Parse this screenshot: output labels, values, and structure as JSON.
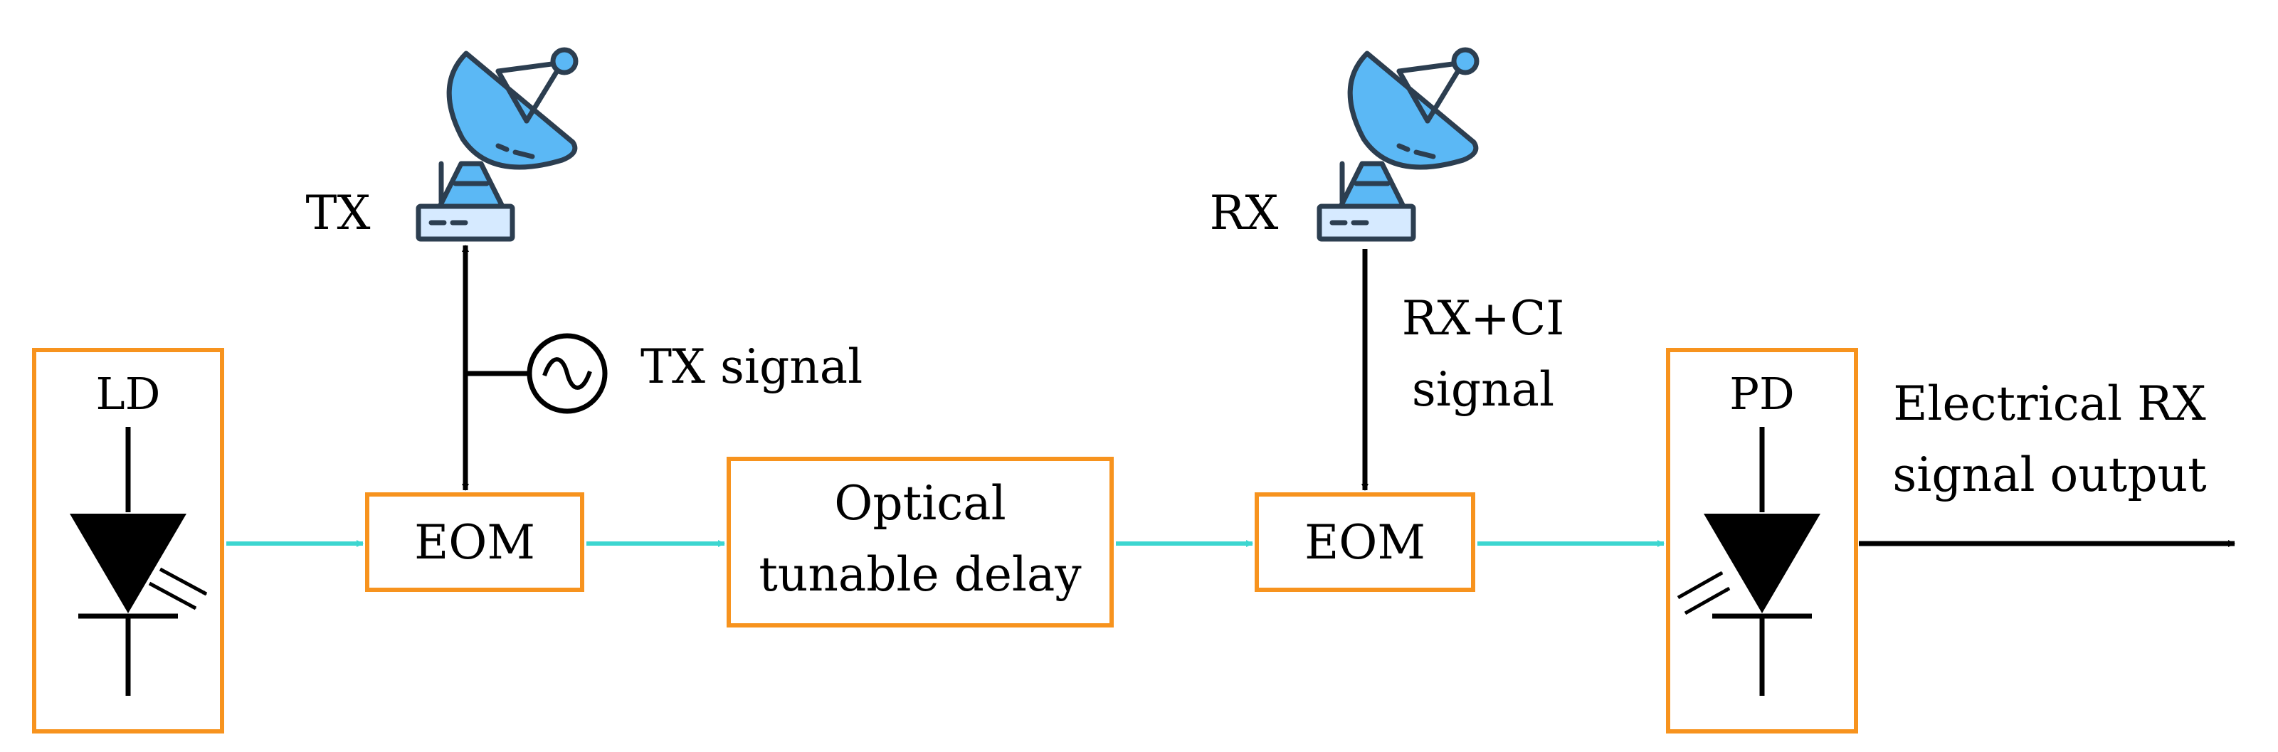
{
  "blocks": {
    "ld": "LD",
    "eom_tx": "EOM",
    "delay_line1": "Optical",
    "delay_line2": "tunable delay",
    "eom_rx": "EOM",
    "pd": "PD"
  },
  "antennas": {
    "tx": "TX",
    "rx": "RX"
  },
  "signals": {
    "tx_signal": "TX signal",
    "rx_ci_line1": "RX+CI",
    "rx_ci_line2": "signal",
    "output_line1": "Electrical RX",
    "output_line2": "signal output"
  },
  "colors": {
    "block_border": "#f7931e",
    "optical_path": "#3dd6d0",
    "electrical_path": "#000000",
    "antenna_fill": "#5bb8f5",
    "antenna_outline": "#2c3e50"
  }
}
